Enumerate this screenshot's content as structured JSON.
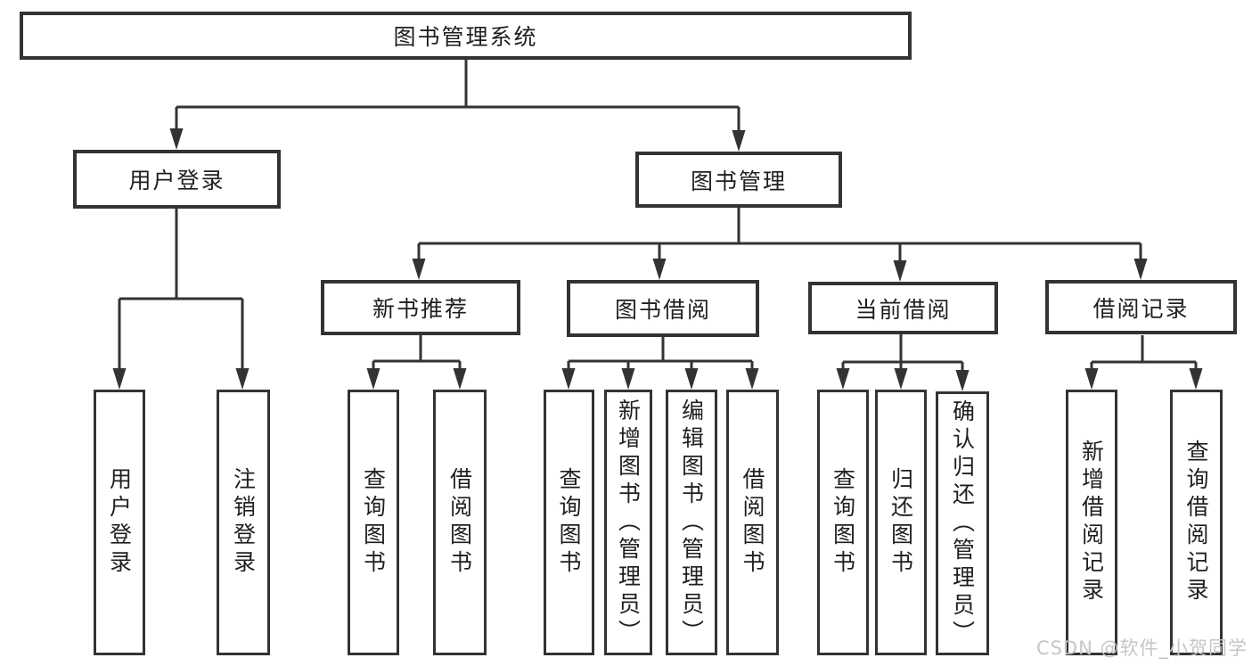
{
  "colors": {
    "line": "#333333",
    "text": "#1f1f1f",
    "background": "#ffffff",
    "watermark": "#c6c6ca"
  },
  "watermark": {
    "text": "CSDN @软件_小贺同学"
  },
  "diagram": {
    "root": {
      "label": "图书管理系统"
    },
    "login": {
      "label": "用户登录",
      "children": [
        {
          "label": "用户登录"
        },
        {
          "label": "注销登录"
        }
      ]
    },
    "management": {
      "label": "图书管理",
      "sections": [
        {
          "label": "新书推荐",
          "children": [
            {
              "label": "查询图书"
            },
            {
              "label": "借阅图书"
            }
          ]
        },
        {
          "label": "图书借阅",
          "children": [
            {
              "label": "查询图书"
            },
            {
              "label": "新增图书（管理员）"
            },
            {
              "label": "编辑图书（管理员）"
            },
            {
              "label": "借阅图书"
            }
          ]
        },
        {
          "label": "当前借阅",
          "children": [
            {
              "label": "查询图书"
            },
            {
              "label": "归还图书"
            },
            {
              "label": "确认归还（管理员）"
            }
          ]
        },
        {
          "label": "借阅记录",
          "children": [
            {
              "label": "新增借阅记录"
            },
            {
              "label": "查询借阅记录"
            }
          ]
        }
      ]
    }
  }
}
